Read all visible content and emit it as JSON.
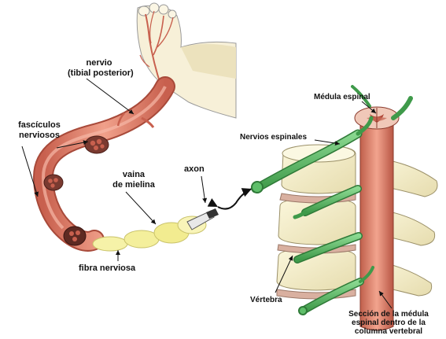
{
  "labels": {
    "nervio_line1": "nervio",
    "nervio_line2": "(tibial posterior)",
    "fasciculos_line1": "fascículos",
    "fasciculos_line2": "nerviosos",
    "vaina_line1": "vaina",
    "vaina_line2": "de mielina",
    "axon": "axon",
    "fibra": "fibra nerviosa",
    "medula": "Médula espinal",
    "nervios_espinales": "Nervios espinales",
    "vertebra": "Vértebra",
    "seccion_line1": "Sección de la médula",
    "seccion_line2": "espinal dentro de la",
    "seccion_line3": "columna vertebral"
  },
  "colors": {
    "nerve": "#e8907a",
    "nerve_dark": "#b85a48",
    "myelin": "#f2ee9a",
    "spinal_nerve": "#5fbf6a",
    "bone": "#f5efc8",
    "cord": "#e08a78",
    "foot": "#f7f0d8"
  }
}
